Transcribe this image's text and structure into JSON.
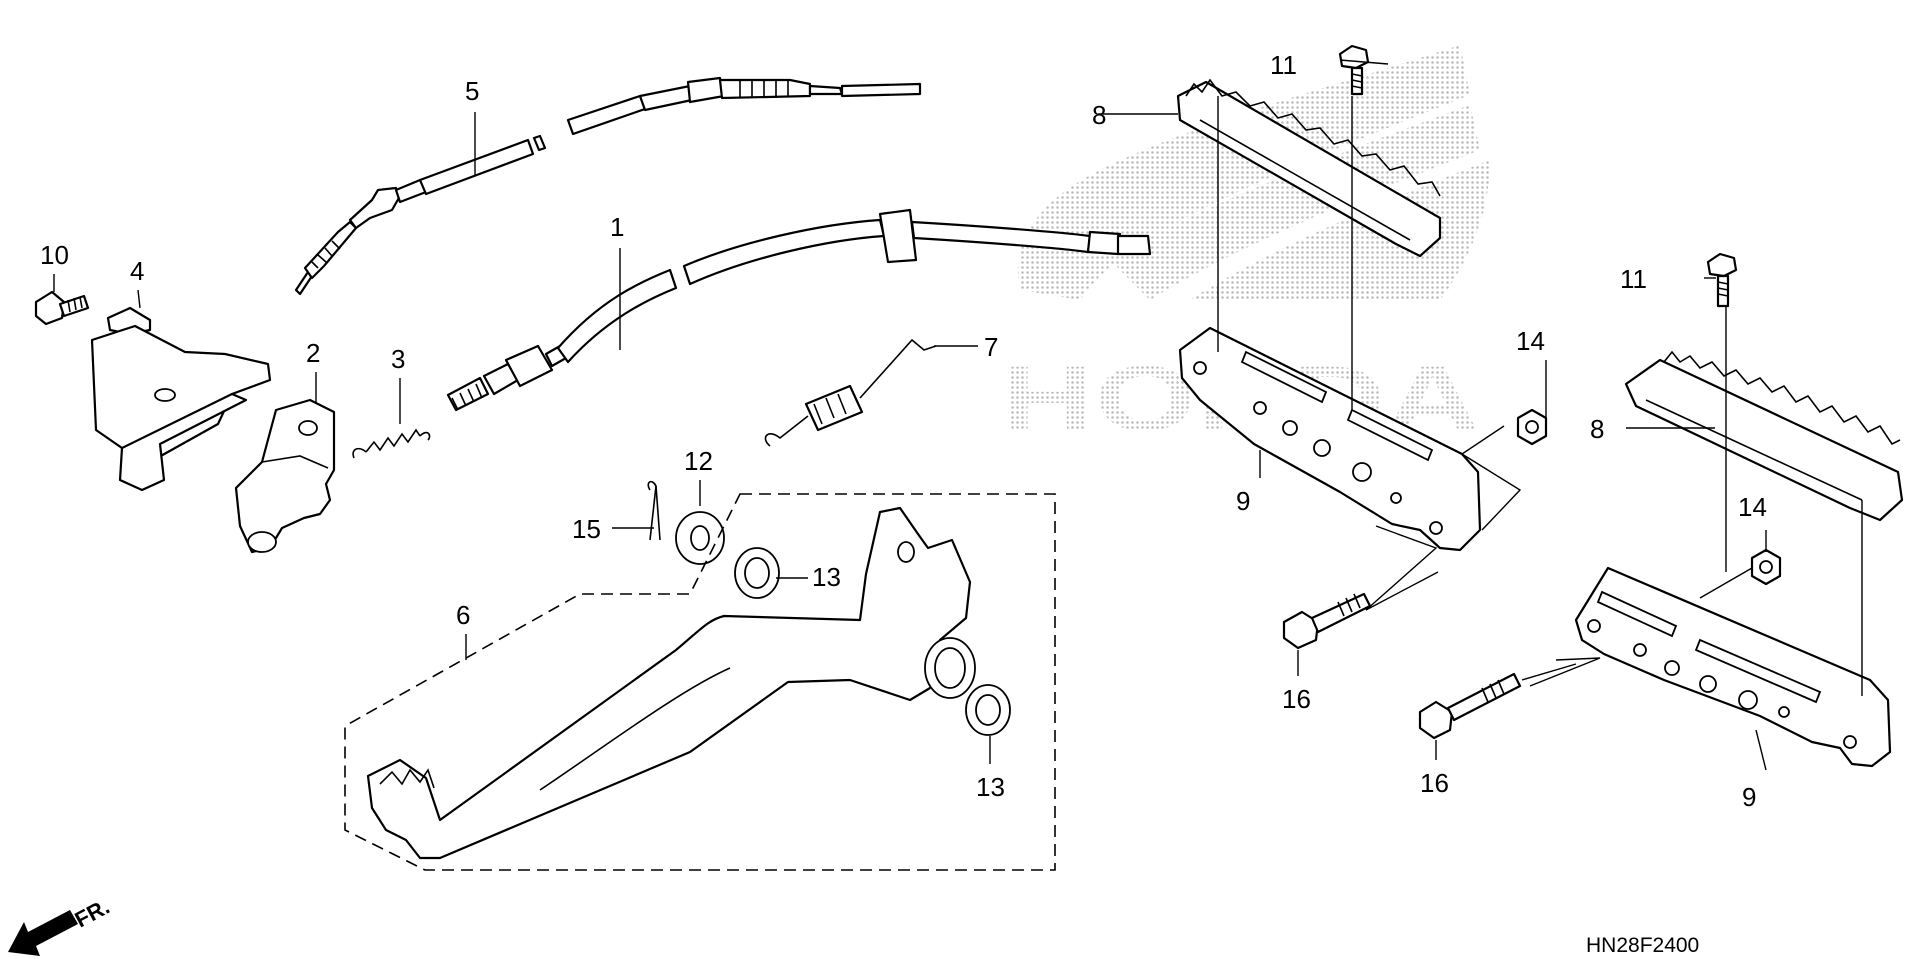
{
  "diagram": {
    "part_labels": {
      "p1": "1",
      "p2": "2",
      "p3": "3",
      "p4": "4",
      "p5": "5",
      "p6": "6",
      "p7": "7",
      "p8a": "8",
      "p8b": "8",
      "p9a": "9",
      "p9b": "9",
      "p10": "10",
      "p11a": "11",
      "p11b": "11",
      "p12": "12",
      "p13a": "13",
      "p13b": "13",
      "p14a": "14",
      "p14b": "14",
      "p15": "15",
      "p16a": "16",
      "p16b": "16"
    },
    "front_marker": "FR.",
    "diagram_code": "HN28F2400",
    "watermark_text": "HONDA",
    "colors": {
      "ink": "#000000",
      "paper": "#ffffff",
      "watermark": "#b9b9b9"
    }
  }
}
